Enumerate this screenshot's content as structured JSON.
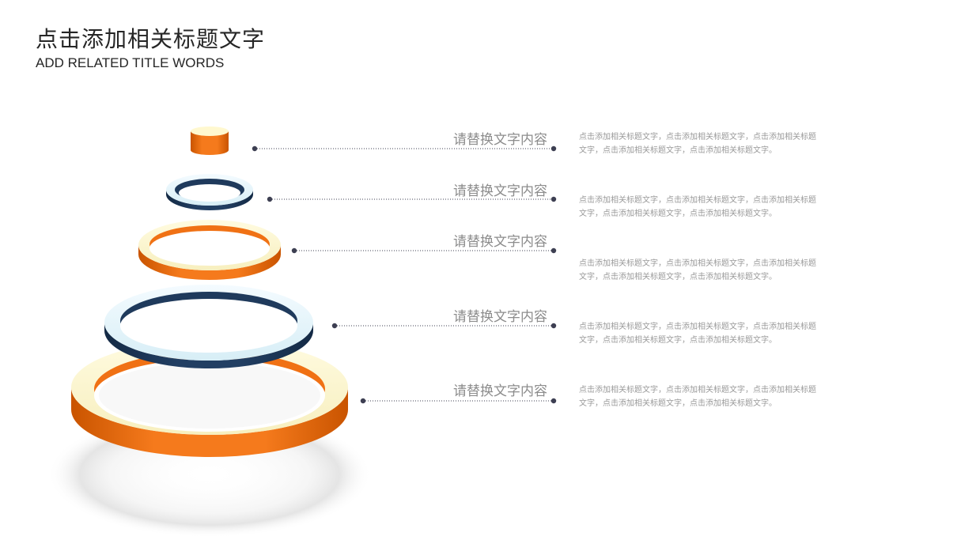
{
  "header": {
    "title": "点击添加相关标题文字",
    "subtitle": "ADD RELATED TITLE WORDS"
  },
  "colors": {
    "orange": "#f07114",
    "navy": "#1f3a5c",
    "cream": "#fff8cf",
    "dot": "#3d3f52",
    "label": "#8c8c8c",
    "desc": "#9a9a9a"
  },
  "rows": [
    {
      "label": "请替换文字内容",
      "desc": "点击添加相关标题文字，点击添加相关标题文字，点击添加相关标题文字，点击添加相关标题文字，点击添加相关标题文字。"
    },
    {
      "label": "请替换文字内容",
      "desc": "点击添加相关标题文字，点击添加相关标题文字，点击添加相关标题文字，点击添加相关标题文字，点击添加相关标题文字。"
    },
    {
      "label": "请替换文字内容",
      "desc": "点击添加相关标题文字，点击添加相关标题文字，点击添加相关标题文字，点击添加相关标题文字，点击添加相关标题文字。"
    },
    {
      "label": "请替换文字内容",
      "desc": "点击添加相关标题文字，点击添加相关标题文字，点击添加相关标题文字，点击添加相关标题文字，点击添加相关标题文字。"
    },
    {
      "label": "请替换文字内容",
      "desc": "点击添加相关标题文字，点击添加相关标题文字，点击添加相关标题文字，点击添加相关标题文字，点击添加相关标题文字。"
    }
  ]
}
